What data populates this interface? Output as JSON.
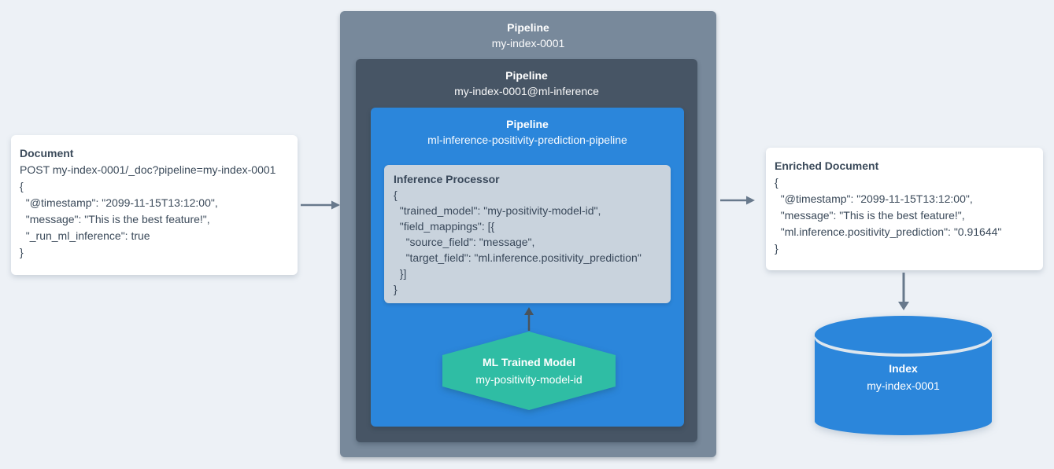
{
  "colors": {
    "background": "#edf1f6",
    "outer_pipeline_box": "#78899b",
    "middle_pipeline_box": "#475565",
    "inner_pipeline_box": "#2b86db",
    "processor_card": "#c9d3dd",
    "model_hexagon": "#2fbda4",
    "index_cylinder": "#2b86db",
    "card_text": "#3b4a5a",
    "flow_arrow": "#68798c",
    "model_arrow": "#49535c"
  },
  "document_card": {
    "title": "Document",
    "body": "POST my-index-0001/_doc?pipeline=my-index-0001\n{\n  \"@timestamp\": \"2099-11-15T13:12:00\",\n  \"message\": \"This is the best feature!\",\n  \"_run_ml_inference\": true\n}"
  },
  "outer_pipeline": {
    "label": "Pipeline",
    "name": "my-index-0001"
  },
  "middle_pipeline": {
    "label": "Pipeline",
    "name": "my-index-0001@ml-inference"
  },
  "inner_pipeline": {
    "label": "Pipeline",
    "name": "ml-inference-positivity-prediction-pipeline"
  },
  "inference_processor": {
    "title": "Inference Processor",
    "body": "{\n  \"trained_model\": \"my-positivity-model-id\",\n  \"field_mappings\": [{\n    \"source_field\": \"message\",\n    \"target_field\": \"ml.inference.positivity_prediction\"\n  }]\n}"
  },
  "ml_model": {
    "label": "ML Trained Model",
    "name": "my-positivity-model-id"
  },
  "enriched_card": {
    "title": "Enriched Document",
    "body": "{\n  \"@timestamp\": \"2099-11-15T13:12:00\",\n  \"message\": \"This is the best feature!\",\n  \"ml.inference.positivity_prediction\": \"0.91644\"\n}"
  },
  "index_cylinder": {
    "label": "Index",
    "name": "my-index-0001"
  }
}
